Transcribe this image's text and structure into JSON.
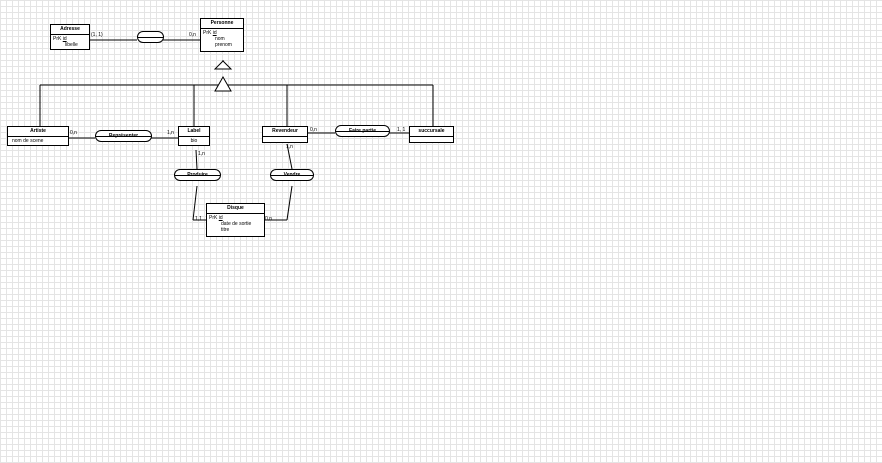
{
  "entities": {
    "adresse": {
      "title": "Adresse",
      "pk_label": "PrK",
      "pk": "id",
      "attrs": [
        "libelle"
      ]
    },
    "personne": {
      "title": "Personne",
      "pk_label": "PrK",
      "pk": "id",
      "attrs": [
        "nom",
        "prenom"
      ]
    },
    "artiste": {
      "title": "Artiste",
      "attrs": [
        "nom de scene"
      ]
    },
    "label": {
      "title": "Label",
      "attrs": [
        "bio"
      ]
    },
    "revendeur": {
      "title": "Revendeur",
      "attrs": []
    },
    "succursale": {
      "title": "succursale",
      "attrs": []
    },
    "disque": {
      "title": "Disque",
      "pk_label": "PrK",
      "pk": "id",
      "attrs": [
        "date de sortie",
        "titre"
      ]
    }
  },
  "relations": {
    "adresse_personne": "",
    "represente": "Représenter",
    "faire_partie": "Faire partie",
    "produire": "Produire",
    "vendre": "Vendre"
  },
  "cardinalities": {
    "adresse_side": "(1, 1)",
    "personne_side": "0,n",
    "artiste_side": "0,n",
    "label_represente": "1,n",
    "revendeur_side": "0,n",
    "succursale_side": "1, 1",
    "label_produire": "1,n",
    "revendeur_vendre": "1,n",
    "disque_produire": "1,1",
    "disque_vendre": "0,n"
  }
}
